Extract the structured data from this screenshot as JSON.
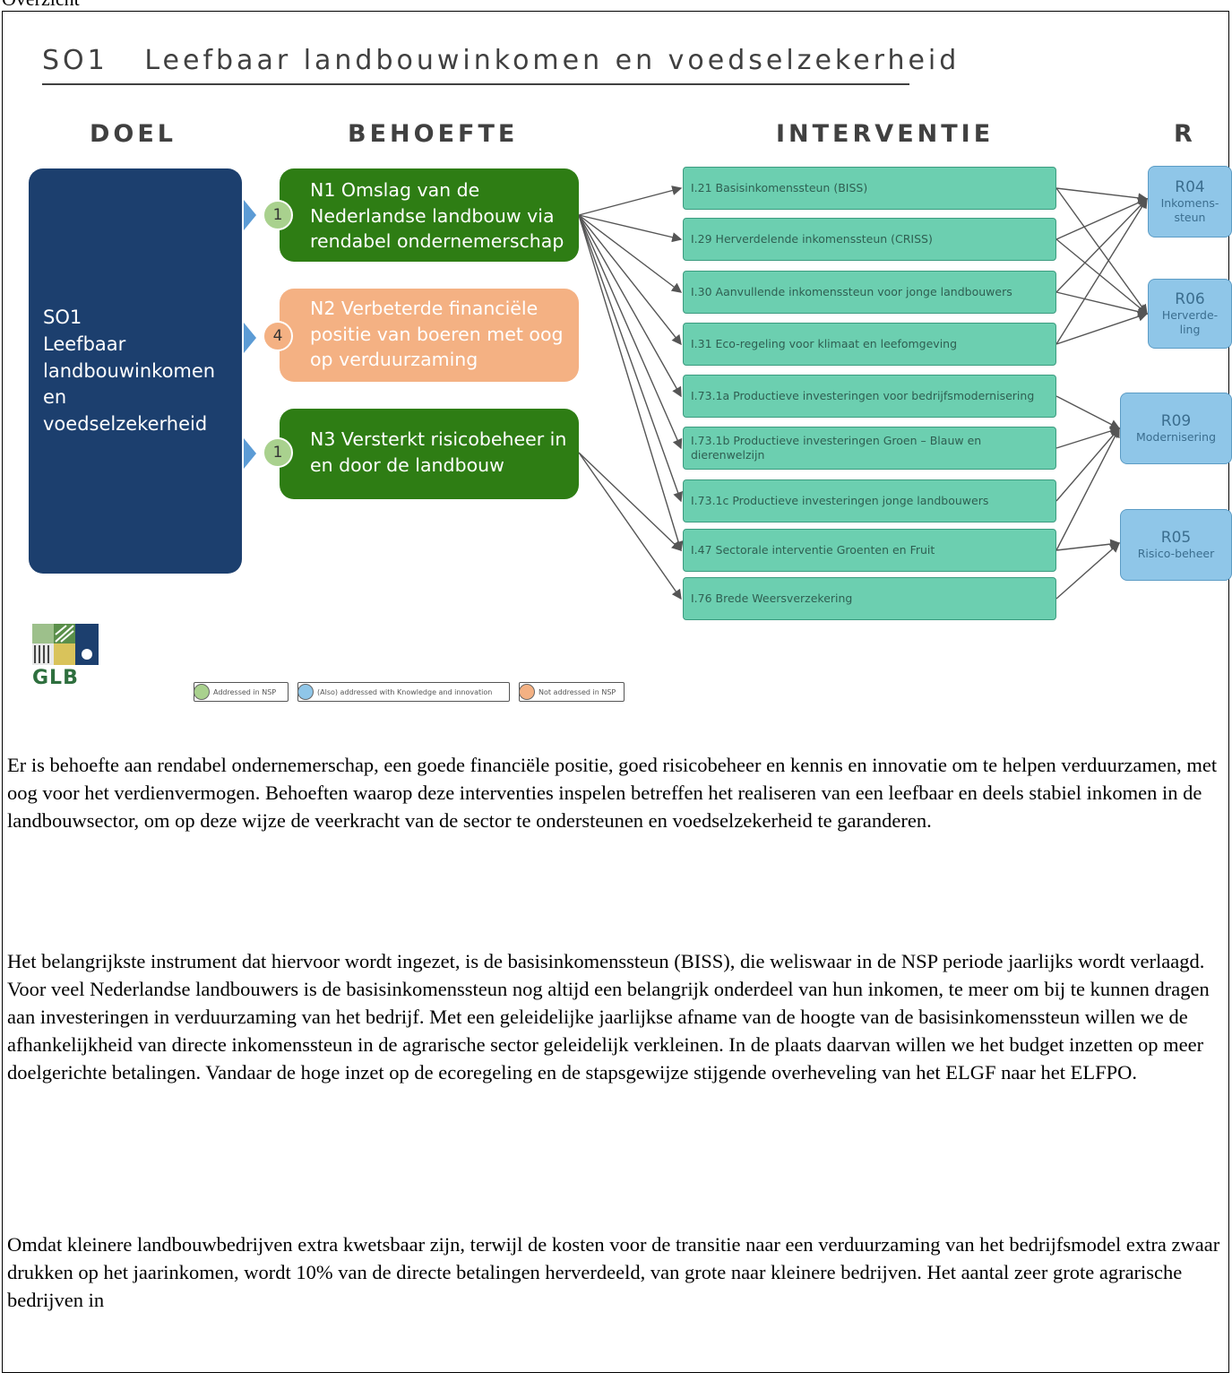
{
  "page": {
    "top_label": "Overzicht"
  },
  "figure": {
    "title": "SO1   Leefbaar landbouwinkomen en voedselzekerheid",
    "headers": {
      "doel": "DOEL",
      "behoefte": "BEHOEFTE",
      "interventie": "INTERVENTIE",
      "result": "R"
    },
    "doel_lines": [
      "SO1",
      "Leefbaar",
      "landbouwinkomen",
      "en",
      "voedselzekerheid"
    ],
    "needs": [
      {
        "id": "N1",
        "lines": [
          "N1 Omslag van de",
          "Nederlandse landbouw via",
          "rendabel ondernemerschap"
        ],
        "circle": "1",
        "status": "addressed"
      },
      {
        "id": "N2",
        "lines": [
          "N2 Verbeterde financiële",
          "positie van boeren met oog",
          "op verduurzaming"
        ],
        "circle": "4",
        "status": "not addressed"
      },
      {
        "id": "N3",
        "lines": [
          "N3 Versterkt risicobeheer in",
          "en door de landbouw"
        ],
        "circle": "1",
        "status": "addressed"
      }
    ],
    "interventions": [
      {
        "id": "I.21",
        "label": "I.21 Basisinkomenssteun (BISS)"
      },
      {
        "id": "I.29",
        "label": "I.29 Herverdelende inkomenssteun (CRISS)"
      },
      {
        "id": "I.30",
        "label": "I.30 Aanvullende inkomenssteun voor jonge landbouwers"
      },
      {
        "id": "I.31",
        "label": "I.31 Eco-regeling voor klimaat en leefomgeving"
      },
      {
        "id": "I.73.1a",
        "label": "I.73.1a Productieve investeringen voor bedrijfsmodernisering"
      },
      {
        "id": "I.73.1b",
        "label": "I.73.1b Productieve investeringen Groen – Blauw en dierenwelzijn"
      },
      {
        "id": "I.73.1c",
        "label": "I.73.1c Productieve investeringen jonge landbouwers"
      },
      {
        "id": "I.47",
        "label": "I.47 Sectorale interventie Groenten en Fruit"
      },
      {
        "id": "I.76",
        "label": "I.76 Brede Weersverzekering"
      }
    ],
    "results": [
      {
        "code": "R04",
        "sub": [
          "Inkomens-",
          "steun"
        ]
      },
      {
        "code": "R06",
        "sub": [
          "Herverde-",
          "ling"
        ]
      },
      {
        "code": "R09",
        "sub": [
          "Modernisering"
        ]
      },
      {
        "code": "R05",
        "sub": [
          "Risico-beheer"
        ]
      }
    ],
    "logo_text": "GLB",
    "legend": [
      {
        "label": "Addressed in NSP",
        "color": "#a9d18e"
      },
      {
        "label": "(Also) addressed with Knowledge and innovation",
        "color": "#8fc6e8"
      },
      {
        "label": "Not addressed in NSP",
        "color": "#f4b183"
      }
    ],
    "colors": {
      "doel": "#1c3f6e",
      "need_green": "#2e7d14",
      "need_orange": "#f4b183",
      "intervention": "#6ccfb0",
      "result": "#8fc6e8"
    }
  },
  "body": {
    "paragraphs": [
      "Er is behoefte aan rendabel ondernemerschap, een goede financiële positie, goed risicobeheer en kennis en innovatie om te helpen verduurzamen, met oog voor het verdienvermogen. Behoeften waarop deze interventies inspelen betreffen het realiseren van een leefbaar en deels stabiel inkomen in de landbouwsector, om op deze wijze de veerkracht van de sector te ondersteunen en voedselzekerheid te garanderen.",
      "Het belangrijkste instrument dat hiervoor wordt ingezet, is de basisinkomenssteun (BISS), die weliswaar in de NSP periode jaarlijks wordt verlaagd. Voor veel Nederlandse landbouwers is de basisinkomenssteun nog altijd een belangrijk onderdeel van hun inkomen, te meer om bij te kunnen dragen aan investeringen in verduurzaming van het bedrijf. Met een geleidelijke jaarlijkse afname van de hoogte van de basisinkomenssteun willen we de afhankelijkheid van directe inkomenssteun in de agrarische sector geleidelijk verkleinen. In de plaats daarvan willen we het budget inzetten op meer doelgerichte betalingen. Vandaar de hoge inzet op de ecoregeling en de stapsgewijze stijgende overheveling van het ELGF naar het ELFPO.",
      "Omdat kleinere landbouwbedrijven extra kwetsbaar zijn, terwijl de kosten voor de transitie naar een verduurzaming van het bedrijfsmodel extra zwaar drukken op het jaarinkomen, wordt 10% van de directe betalingen herverdeeld, van grote naar kleinere bedrijven. Het aantal zeer grote agrarische bedrijven in"
    ]
  }
}
